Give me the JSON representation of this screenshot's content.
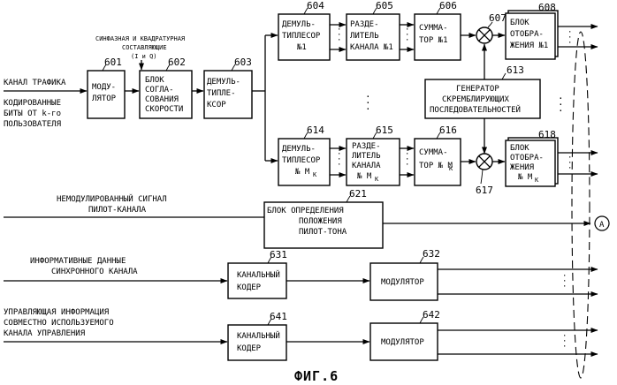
{
  "inputs": {
    "traffic": "КАНАЛ ТРАФИКА",
    "coded_bits": [
      "КОДИРОВАННЫЕ",
      "БИТЫ ОТ k-го",
      "ПОЛЬЗОВАТЕЛЯ"
    ],
    "iq_note": [
      "СИНФАЗНАЯ И КВАДРАТУРНАЯ",
      "СОСТАВЛЯЮЩИЕ",
      "(I и Q)"
    ],
    "pilot": [
      "НЕМОДУЛИРОВАННЫЙ СИГНАЛ",
      "ПИЛОТ-КАНАЛА"
    ],
    "sync": [
      "ИНФОРМАТИВНЫЕ ДАННЫЕ",
      "СИНХРОННОГО КАНАЛА"
    ],
    "control": [
      "УПРАВЛЯЮЩАЯ ИНФОРМАЦИЯ",
      "СОВМЕСТНО ИСПОЛЬЗУЕМОГО",
      "КАНАЛА УПРАВЛЕНИЯ"
    ]
  },
  "blocks": {
    "b601": {
      "num": "601",
      "lines": [
        "МОДУ-",
        "ЛЯТОР"
      ]
    },
    "b602": {
      "num": "602",
      "lines": [
        "БЛОК",
        "СОГЛА-",
        "СОВАНИЯ",
        "СКОРОСТИ"
      ]
    },
    "b603": {
      "num": "603",
      "lines": [
        "ДЕМУЛЬ-",
        "ТИПЛЕ-",
        "КСОР"
      ]
    },
    "b604": {
      "num": "604",
      "lines": [
        "ДЕМУЛЬ-",
        "ТИПЛЕСОР",
        "№1"
      ]
    },
    "b605": {
      "num": "605",
      "lines": [
        "РАЗДЕ-",
        "ЛИТЕЛЬ",
        "КАНАЛА №1"
      ]
    },
    "b606": {
      "num": "606",
      "lines": [
        "СУММА-",
        "ТОР №1"
      ]
    },
    "b607": {
      "num": "607"
    },
    "b608": {
      "num": "608",
      "lines": [
        "БЛОК",
        "ОТОБРА-",
        "ЖЕНИЯ №1"
      ]
    },
    "b613": {
      "num": "613",
      "lines": [
        "ГЕНЕРАТОР",
        "СКРЕМБЛИРУЮЩИХ",
        "ПОСЛЕДОВАТЕЛЬНОСТЕЙ"
      ]
    },
    "b614": {
      "num": "614",
      "lines": [
        "ДЕМУЛЬ-",
        "ТИПЛЕСОР",
        "№ M"
      ],
      "sub": "K"
    },
    "b615": {
      "num": "615",
      "lines": [
        "РАЗДЕ-",
        "ЛИТЕЛЬ",
        "КАНАЛА",
        "№ M"
      ],
      "sub": "K"
    },
    "b616": {
      "num": "616",
      "lines": [
        "СУММА-",
        "ТОР № M"
      ],
      "sub": "K"
    },
    "b617": {
      "num": "617"
    },
    "b618": {
      "num": "618",
      "lines": [
        "БЛОК",
        "ОТОБРА-",
        "ЖЕНИЯ",
        "№ M"
      ],
      "sub": "K"
    },
    "b621": {
      "num": "621",
      "lines": [
        "БЛОК ОПРЕДЕЛЕНИЯ",
        "ПОЛОЖЕНИЯ",
        "ПИЛОТ-ТОНА"
      ]
    },
    "b631": {
      "num": "631",
      "lines": [
        "КАНАЛЬНЫЙ",
        "КОДЕР"
      ]
    },
    "b632": {
      "num": "632",
      "lines": [
        "МОДУЛЯТОР"
      ]
    },
    "b641": {
      "num": "641",
      "lines": [
        "КАНАЛЬНЫЙ",
        "КОДЕР"
      ]
    },
    "b642": {
      "num": "642",
      "lines": [
        "МОДУЛЯТОР"
      ]
    }
  },
  "connector": "A",
  "figure_caption": "ФИГ.6"
}
